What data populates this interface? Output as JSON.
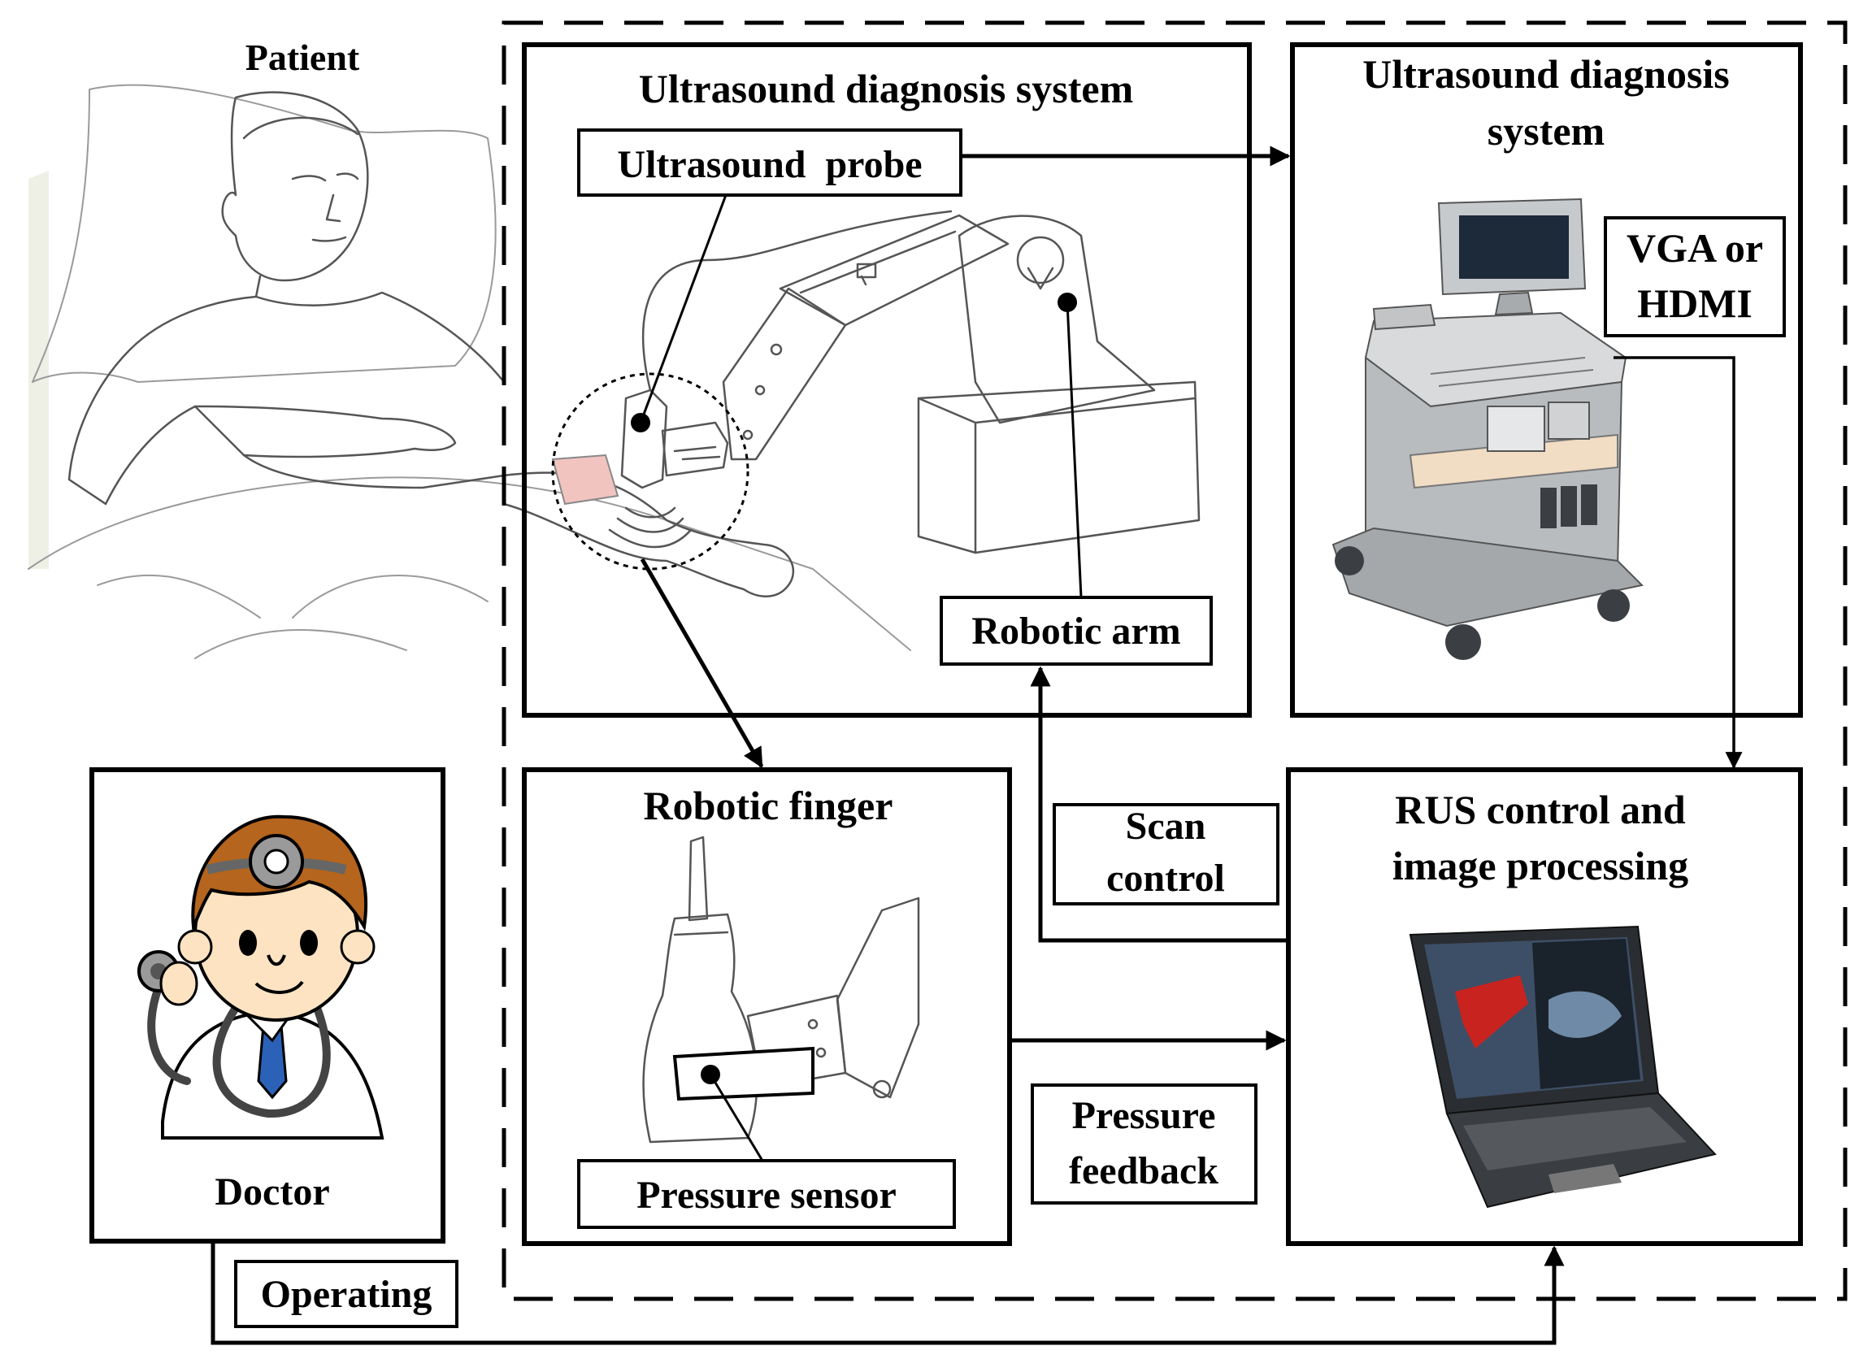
{
  "labels": {
    "patient": "Patient",
    "doctor": "Doctor",
    "us_system_left": "Ultrasound diagnosis system",
    "us_probe": "Ultrasound  probe",
    "us_system_right_line1": "Ultrasound diagnosis",
    "us_system_right_line2": "system",
    "vga_line1": "VGA or",
    "vga_line2": "HDMI",
    "robotic_arm": "Robotic arm",
    "robotic_finger": "Robotic finger",
    "pressure_sensor": "Pressure sensor",
    "scan_control_line1": "Scan",
    "scan_control_line2": "control",
    "rus_line1": "RUS control and",
    "rus_line2": "image processing",
    "pressure_feedback_line1": "Pressure",
    "pressure_feedback_line2": "feedback",
    "operating": "Operating"
  },
  "colors": {
    "line": "#000000",
    "skin_pink": "#f2c4c0",
    "doctor_hair": "#b5651d",
    "doctor_skin": "#fde3c2",
    "tie_blue": "#2b62b8",
    "machine_gray": "#b9bcbf",
    "screen_dark": "#1c2a3a",
    "laptop_red": "#c8231f"
  },
  "icons": {
    "patient": "patient-lying-in-bed-sketch",
    "doctor": "cartoon-doctor-with-stethoscope",
    "robotic_arm": "robotic-arm-sketch",
    "ultrasound_machine": "ultrasound-cart-machine",
    "laptop": "laptop-with-ultrasound-image",
    "probe": "ultrasound-probe-sketch"
  }
}
